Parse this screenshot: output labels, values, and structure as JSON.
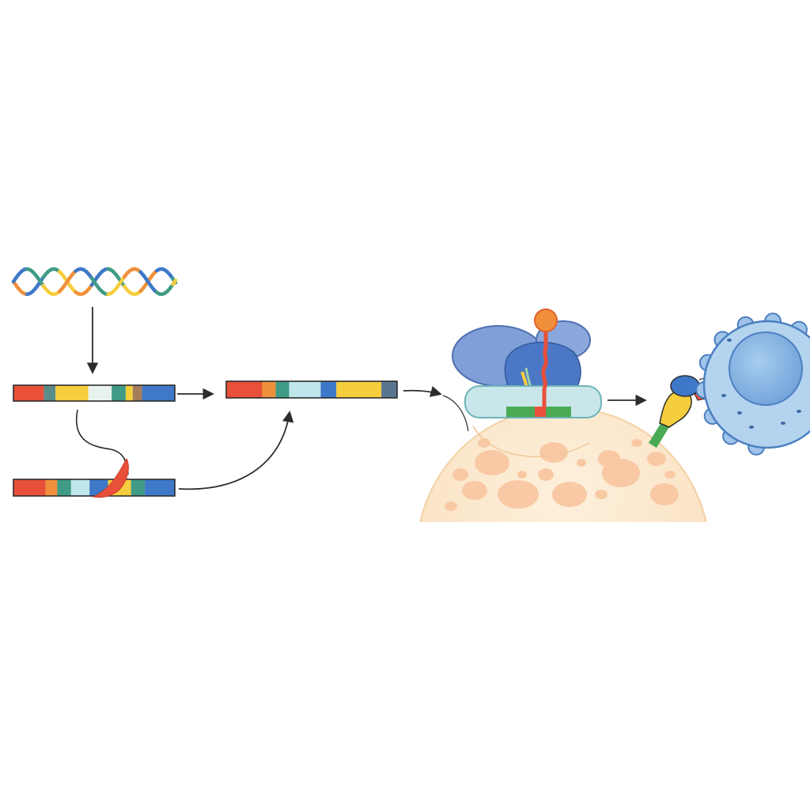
{
  "diagram": {
    "palette": {
      "red": "#e8503a",
      "orange": "#f0903a",
      "teal": "#3f9b86",
      "yellow": "#f6cd3c",
      "light_cyan": "#bfe6ea",
      "pale": "#e8f3ee",
      "blue": "#3e78c8",
      "brown": "#a37d5a",
      "slate": "#5a7590",
      "green": "#4aaa55",
      "outline": "#2c2c2c",
      "cell_body": "#fbe6c8",
      "cell_spot": "#f8c9a4",
      "ribosome_blue": "#6d8fd0",
      "membrane": "#c9e7ea",
      "tcell_blue": "#7fb0e0"
    },
    "steps": [
      {
        "id": "dna",
        "kind": "double-helix",
        "strand_colors": [
          "#f0903a",
          "#3e78c8",
          "#3f9b86",
          "#f6cd3c"
        ]
      },
      {
        "id": "pre-mrna",
        "kind": "segmented-strand",
        "segments": [
          "#e8503a",
          "#5a8c8a",
          "#f6cd3c",
          "#e8f3ee",
          "#3f9b86",
          "#f6cd3c",
          "#a37d5a",
          "#3e78c8"
        ],
        "weights": [
          1.3,
          0.5,
          1.4,
          1.0,
          0.6,
          0.3,
          0.4,
          1.4
        ]
      },
      {
        "id": "spliced-strand",
        "kind": "segmented-strand",
        "segments": [
          "#e8503a",
          "#f0903a",
          "#3f9b86",
          "#bfe6ea",
          "#3e78c8",
          "#f6cd3c",
          "#3f9b86",
          "#3e78c8"
        ],
        "weights": [
          1.4,
          0.5,
          0.6,
          0.8,
          0.8,
          1.0,
          0.6,
          1.3
        ]
      },
      {
        "id": "mature-mrna",
        "kind": "segmented-strand",
        "segments": [
          "#e8503a",
          "#f0903a",
          "#3f9b86",
          "#bfe6ea",
          "#3e78c8",
          "#f6cd3c",
          "#5a7590"
        ],
        "weights": [
          1.6,
          0.6,
          0.6,
          1.4,
          0.7,
          2.0,
          0.7
        ]
      },
      {
        "id": "translation",
        "kind": "ribosome-on-cell"
      },
      {
        "id": "antigen-presentation",
        "kind": "mhc-to-tcell"
      }
    ]
  }
}
